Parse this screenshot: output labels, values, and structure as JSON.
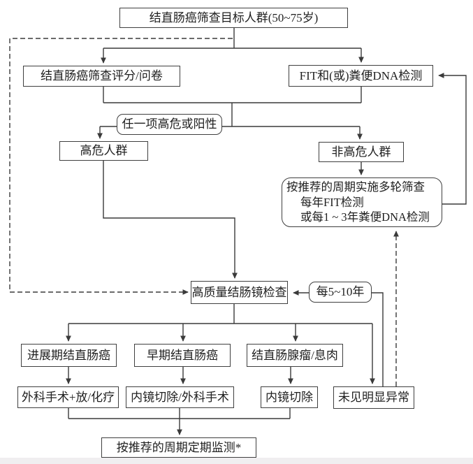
{
  "diagram": {
    "description_visible_text_only": true,
    "colors": {
      "line": "#3a3a3a",
      "box_border": "#3f3f3f",
      "text": "#1f1f1f",
      "background": "#ffffff",
      "footer_band": "#f0eef0"
    }
  },
  "nodes": {
    "target_population": {
      "label": "结直肠癌筛查目标人群(50~75岁)"
    },
    "score_questionnaire": {
      "label": "结直肠癌筛查评分/问卷"
    },
    "fit_dna_test": {
      "label": "FIT和(或)粪便DNA检测"
    },
    "any_high_or_positive": {
      "label": "任一项高危或阳性"
    },
    "high_risk_group": {
      "label": "高危人群"
    },
    "non_high_risk_group": {
      "label": "非高危人群"
    },
    "multi_round_screening": {
      "line1": "按推荐的周期实施多轮筛查",
      "line2": "每年FIT检测",
      "line3": "或每1 ~ 3年粪便DNA检测"
    },
    "colonoscopy": {
      "label": "高质量结肠镜检查"
    },
    "every_5_10_years": {
      "label": "每5~10年"
    },
    "advanced_crc": {
      "label": "进展期结直肠癌"
    },
    "early_crc": {
      "label": "早期结直肠癌"
    },
    "adenoma_polyp": {
      "label": "结直肠腺瘤/息肉"
    },
    "surgery_radio_chemo": {
      "label": "外科手术+放/化疗"
    },
    "endoscopic_or_surgery": {
      "label": "内镜切除/外科手术"
    },
    "endoscopic_resection": {
      "label": "内镜切除"
    },
    "no_abnormality": {
      "label": "未见明显异常"
    },
    "periodic_monitoring": {
      "label": "按推荐的周期定期监测*"
    }
  }
}
